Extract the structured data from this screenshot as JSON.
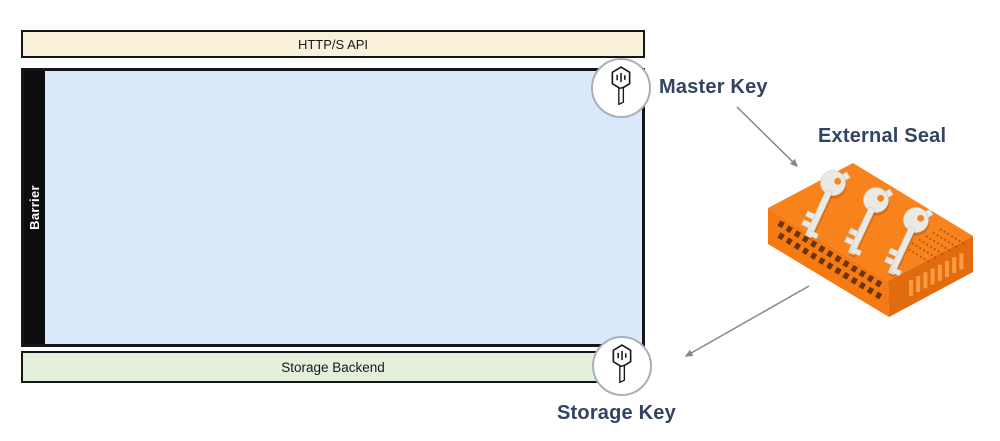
{
  "diagram": {
    "api_bar": {
      "label": "HTTP/S API"
    },
    "barrier_strip": {
      "label": "Barrier"
    },
    "storage_bar": {
      "label": "Storage Backend"
    },
    "labels": {
      "master_key": "Master Key",
      "storage_key": "Storage Key",
      "external_seal": "External Seal"
    },
    "icons": {
      "master_key": "key-icon",
      "storage_key": "key-icon",
      "external_seal": "hsm-device-with-keys"
    },
    "colors": {
      "api_bar_bg": "#faf1da",
      "storage_bar_bg": "#e1f1da",
      "barrier_bg": "#d9e8fa",
      "barrier_strip": "#0d0d10",
      "label_text": "#344361",
      "arrow": "#7e8791",
      "seal_top": "#f8831d",
      "seal_front": "#f47a11",
      "seal_side": "#e16b0d",
      "key_gray": "#ebe9e4"
    }
  }
}
